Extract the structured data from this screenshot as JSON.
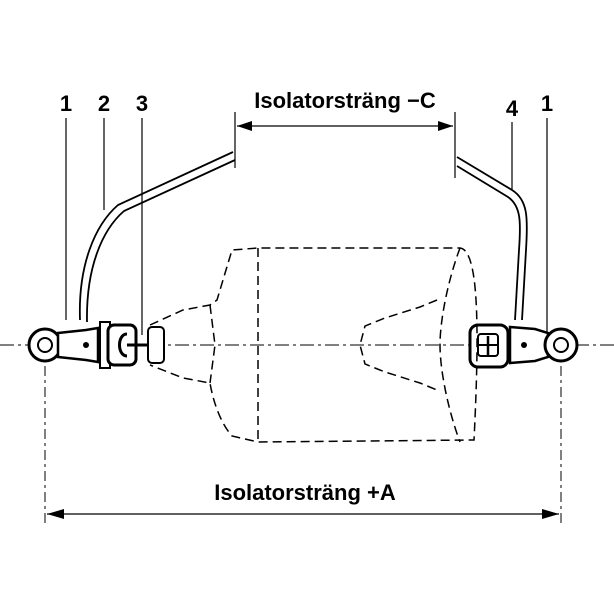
{
  "labels": {
    "part_1_left": "1",
    "part_2": "2",
    "part_3": "3",
    "part_4": "4",
    "part_1_right": "1"
  },
  "dimensions": {
    "top": "Isolatorsträng −C",
    "bottom": "Isolatorsträng +A"
  },
  "colors": {
    "line": "#000000",
    "background": "#ffffff"
  }
}
